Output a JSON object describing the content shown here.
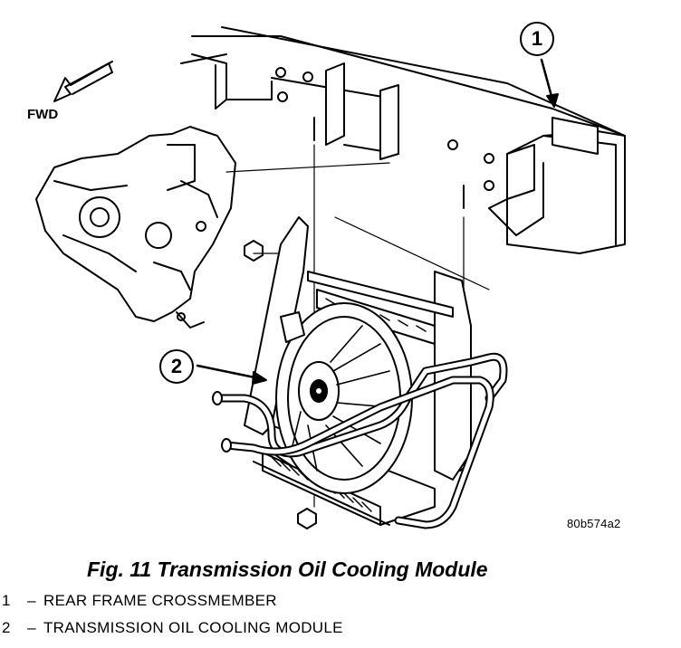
{
  "figure": {
    "fwd_label": "FWD",
    "drawing_code": "80b574a2",
    "callouts": [
      {
        "number": "1"
      },
      {
        "number": "2"
      }
    ]
  },
  "caption": "Fig. 11 Transmission Oil Cooling Module",
  "legend": [
    {
      "number": "1",
      "separator": "–",
      "text": "REAR FRAME CROSSMEMBER"
    },
    {
      "number": "2",
      "separator": "–",
      "text": "TRANSMISSION OIL COOLING MODULE"
    }
  ]
}
